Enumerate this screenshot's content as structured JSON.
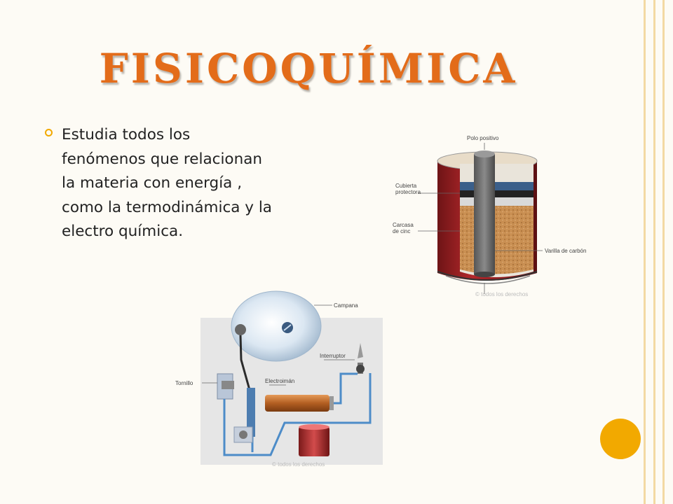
{
  "slide": {
    "title": "FISICOQUÍMICA",
    "bullet": "Estudia todos los fenómenos que relacionan la materia con energía , como la termodinámica y la electro química."
  },
  "battery_diagram": {
    "labels": {
      "positive_pole": "Polo positivo",
      "cover": [
        "Cubierta",
        "protectora"
      ],
      "zinc_case": [
        "Carcasa",
        "de cinc"
      ],
      "carbon_rod": "Varilla de carbón"
    },
    "footer": "© todos los derechos"
  },
  "bell_diagram": {
    "labels": {
      "bell": "Campana",
      "switch": "Interruptor",
      "screw": "Tornillo",
      "electromagnet": "Electroimán"
    },
    "footer": "© todos los derechos"
  },
  "colors": {
    "title": "#e36c1a",
    "accent": "#f2a900",
    "rule": "#f3d9a3"
  }
}
